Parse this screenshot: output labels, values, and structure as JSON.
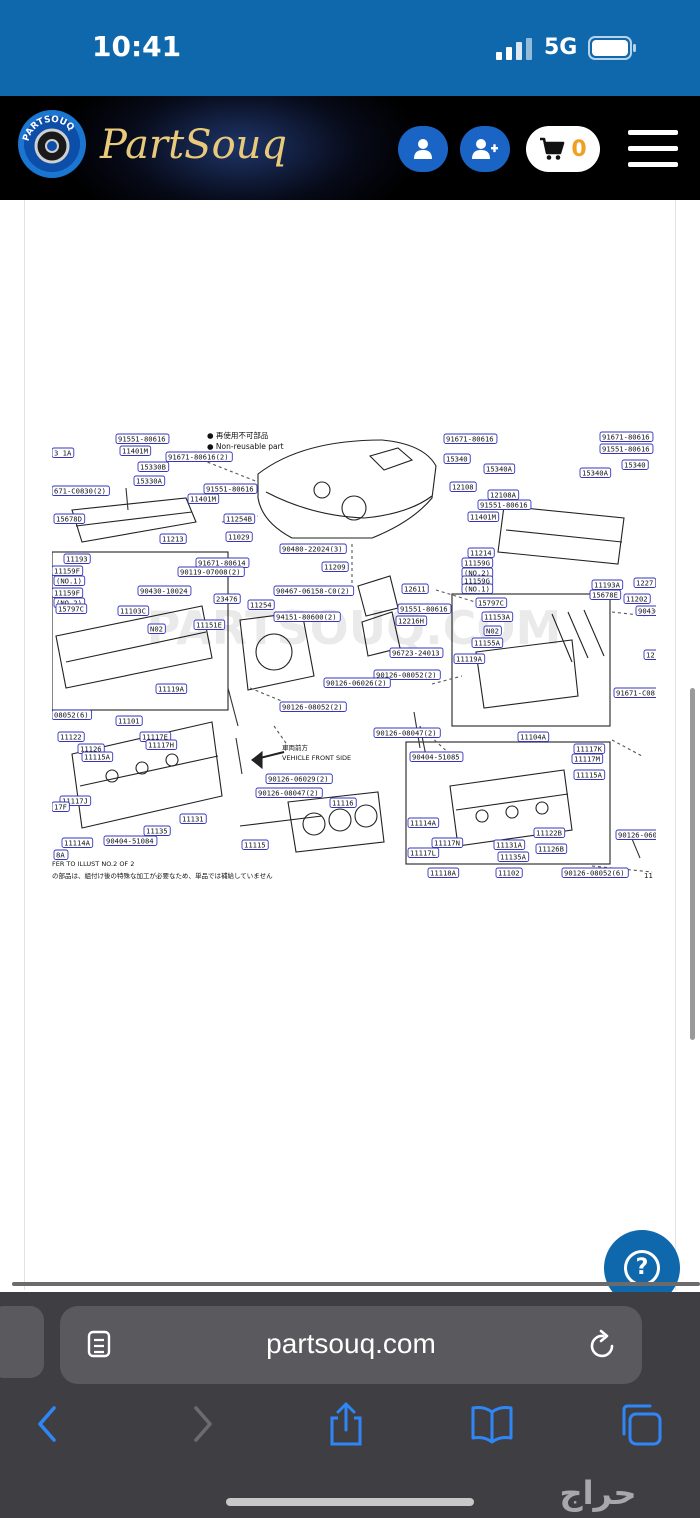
{
  "status_bar": {
    "time": "10:41",
    "network": "5G",
    "icons": [
      "signal-icon",
      "battery-icon"
    ]
  },
  "header": {
    "logo_badge_text": "PARTSOUQ",
    "logo_text": "PartSouq",
    "cart_count": "0",
    "icons": [
      "user-icon",
      "add-user-icon",
      "cart-icon",
      "menu-icon"
    ]
  },
  "diagram": {
    "watermark": "PARTSOUQ.COM",
    "legend": [
      "● 再使用不可部品",
      "● Non-reusable part"
    ],
    "vehicle_front_label": "車両前方",
    "vehicle_front_label_en": "VEHICLE FRONT SIDE",
    "footer_notes": [
      "FER TO ILLUST NO.2 OF 2",
      "の部品は、組付け後の特殊な加工が必要なため、単品では補給していません"
    ],
    "page_marker": "11",
    "part_labels": [
      {
        "text": "91551-80616"
      },
      {
        "text": "11401M"
      },
      {
        "text": "91671-80616(2)"
      },
      {
        "text": "15330B"
      },
      {
        "text": "15330A"
      },
      {
        "text": "3 1A"
      },
      {
        "text": "671-C0830(2)"
      },
      {
        "text": "15678D"
      },
      {
        "text": "11193"
      },
      {
        "text": "11159F"
      },
      {
        "text": "(NO.1)"
      },
      {
        "text": "11159F"
      },
      {
        "text": "(NO.2)"
      },
      {
        "text": "15797C"
      },
      {
        "text": "11103C"
      },
      {
        "text": "90430-10024"
      },
      {
        "text": "91551-80616"
      },
      {
        "text": "11401M"
      },
      {
        "text": "11254B"
      },
      {
        "text": "11029"
      },
      {
        "text": "11213"
      },
      {
        "text": "91671-80614"
      },
      {
        "text": "90119-07008(2)"
      },
      {
        "text": "23476"
      },
      {
        "text": "11254"
      },
      {
        "text": "11151E"
      },
      {
        "text": "N02"
      },
      {
        "text": "11119A"
      },
      {
        "text": "08052(6)"
      },
      {
        "text": "11101"
      },
      {
        "text": "90480-22024(3)"
      },
      {
        "text": "11209"
      },
      {
        "text": "90467-06158-C0(2)"
      },
      {
        "text": "12611"
      },
      {
        "text": "94151-80600(2)"
      },
      {
        "text": "91551-80616"
      },
      {
        "text": "12216H"
      },
      {
        "text": "96723-24013"
      },
      {
        "text": "90126-08052(2)"
      },
      {
        "text": "90126-06026(2)"
      },
      {
        "text": "90126-08052(2)"
      },
      {
        "text": "90126-08047(2)"
      },
      {
        "text": "11122"
      },
      {
        "text": "11117E"
      },
      {
        "text": "11117H"
      },
      {
        "text": "11126"
      },
      {
        "text": "11115A"
      },
      {
        "text": "11117J"
      },
      {
        "text": "17F"
      },
      {
        "text": "11114A"
      },
      {
        "text": "8A"
      },
      {
        "text": "11131"
      },
      {
        "text": "11135"
      },
      {
        "text": "90404-51084"
      },
      {
        "text": "90126-06029(2)"
      },
      {
        "text": "90126-08047(2)"
      },
      {
        "text": "11116"
      },
      {
        "text": "11115"
      },
      {
        "text": "91671-80616"
      },
      {
        "text": "15340"
      },
      {
        "text": "15340A"
      },
      {
        "text": "12108"
      },
      {
        "text": "12108A"
      },
      {
        "text": "91551-80616"
      },
      {
        "text": "11401M"
      },
      {
        "text": "11214"
      },
      {
        "text": "11159G"
      },
      {
        "text": "(NO.2)"
      },
      {
        "text": "11159G"
      },
      {
        "text": "(NO.1)"
      },
      {
        "text": "15797C"
      },
      {
        "text": "91671-80616"
      },
      {
        "text": "91551-80616"
      },
      {
        "text": "15340"
      },
      {
        "text": "15340A"
      },
      {
        "text": "11193A"
      },
      {
        "text": "15678E"
      },
      {
        "text": "1227"
      },
      {
        "text": "11202"
      },
      {
        "text": "90430"
      },
      {
        "text": "11153A"
      },
      {
        "text": "N02"
      },
      {
        "text": "11155A"
      },
      {
        "text": "11119A"
      },
      {
        "text": "91671-C08"
      },
      {
        "text": "11104A"
      },
      {
        "text": "90404-51085"
      },
      {
        "text": "11117K"
      },
      {
        "text": "11117M"
      },
      {
        "text": "11115A"
      },
      {
        "text": "11114A"
      },
      {
        "text": "11117N"
      },
      {
        "text": "11117L"
      },
      {
        "text": "11131A"
      },
      {
        "text": "11135A"
      },
      {
        "text": "11122B"
      },
      {
        "text": "11126B"
      },
      {
        "text": "90126-060"
      },
      {
        "text": "11118A"
      },
      {
        "text": "11102"
      },
      {
        "text": "90126-08052(6)"
      },
      {
        "text": "12"
      }
    ]
  },
  "help_button": {
    "label": "?"
  },
  "browser": {
    "url": "partsouq.com",
    "icons": [
      "reader-icon",
      "reload-icon",
      "back-icon",
      "forward-icon",
      "share-icon",
      "bookmarks-icon",
      "tabs-icon"
    ]
  },
  "watermark_logo": {
    "text": "حراج"
  },
  "colors": {
    "status_bar_bg": "#0f68ac",
    "header_bg": "#000000",
    "logo_gold": "#e9c97a",
    "button_blue": "#1a64c6",
    "cart_count": "#f0a020",
    "label_box": "#3535c0",
    "browser_bg": "#3f3f43",
    "ios_blue": "#2f86f7"
  }
}
